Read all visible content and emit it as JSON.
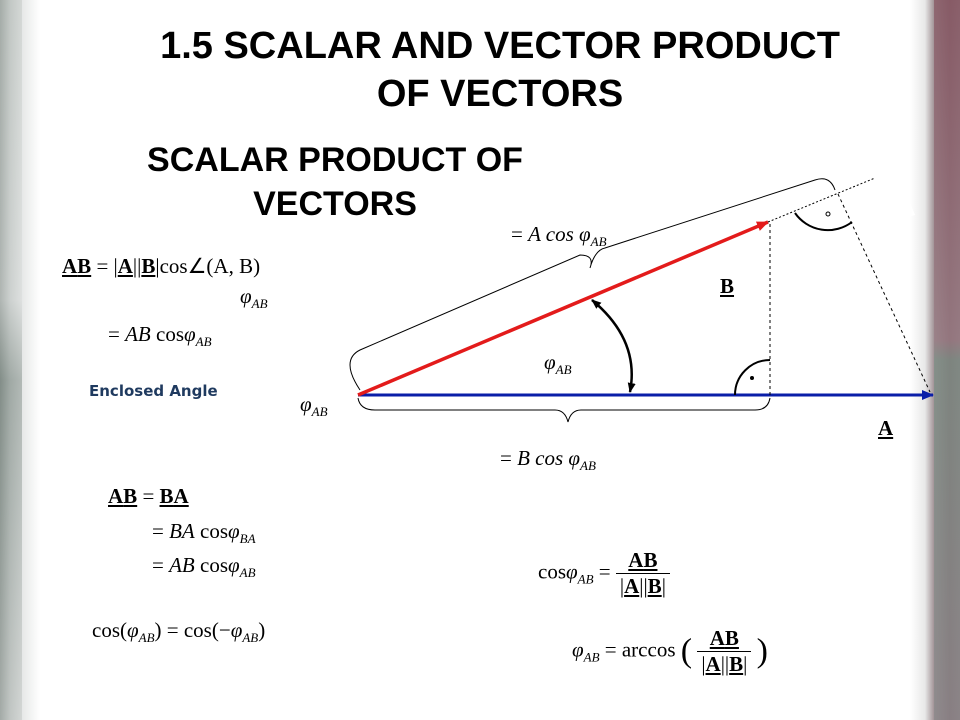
{
  "title_line1": "1.5 SCALAR AND VECTOR PRODUCT",
  "title_line2": "OF VECTORS",
  "subtitle_line1": "SCALAR PRODUCT OF",
  "subtitle_line2": "VECTORS",
  "enclosed_angle_label": "Enclosed Angle",
  "dot_glyph": "",
  "vec_A": "A",
  "vec_B": "B",
  "phi": "φ",
  "sub_AB": "AB",
  "sub_BA": "BA",
  "eq_sign": "=",
  "eq_cos": "cos",
  "eq_arccos": "arccos",
  "eq_angle_AB": "∠(A, B)",
  "eq_AB": "AB",
  "eq_BA": "BA",
  "eq_Acos": "A cos",
  "eq_Bcos": "B cos",
  "eq_cos_neg": "cos(−",
  "colors": {
    "vector_A": "#0a1ea8",
    "vector_B": "#e31b1b"
  }
}
